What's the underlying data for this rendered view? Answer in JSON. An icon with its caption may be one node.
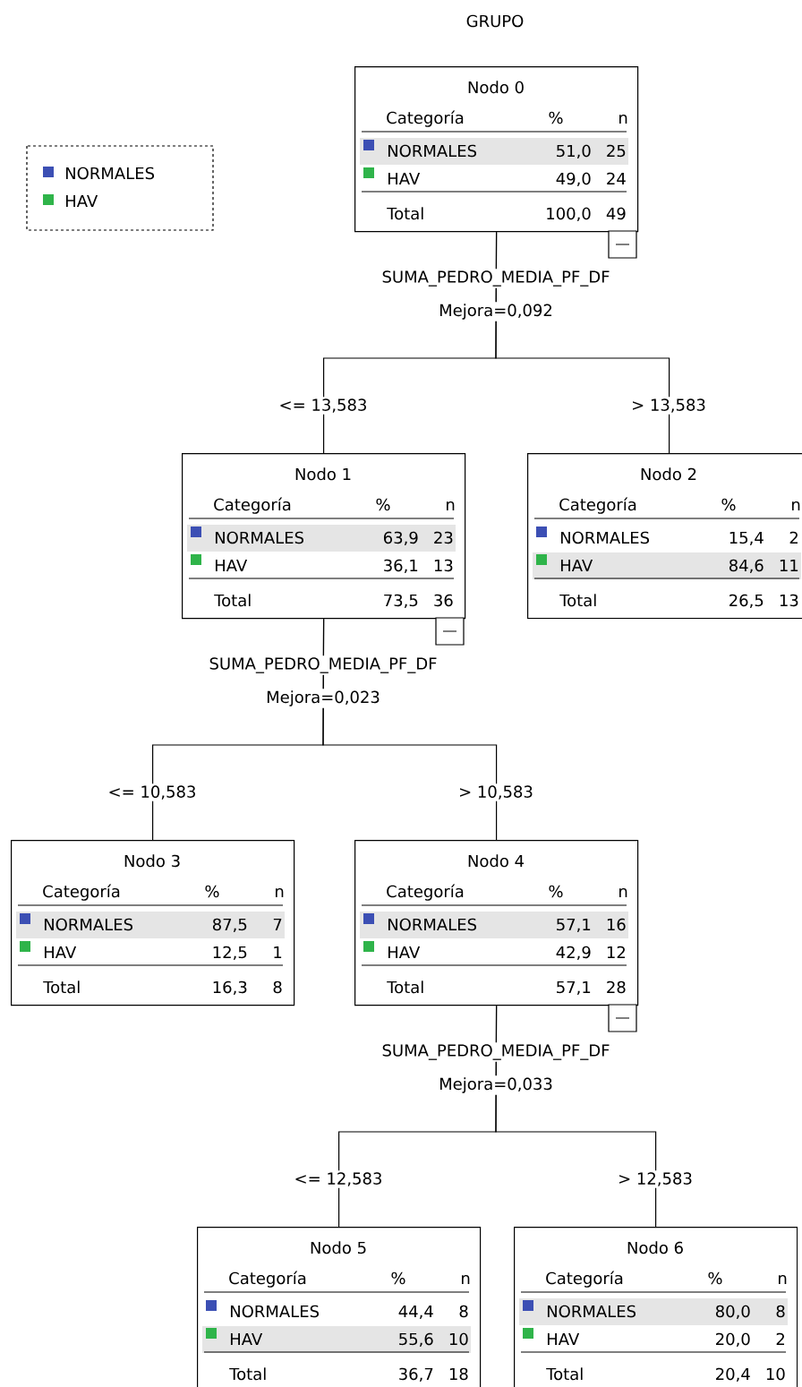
{
  "diagram": {
    "title": "GRUPO",
    "nodes": [
      {
        "text": [
          "Nodo 0",
          "Categoría",
          "%",
          "n",
          "NORMALES",
          "51,0",
          "25",
          "HAV",
          "49,0",
          "24",
          "Total",
          "100,0",
          "49"
        ],
        "beside": [
          "SUMA_PEDRO_MEDIA_PF_DF",
          "Mejora=0,092"
        ]
      },
      {
        "text": [
          "Nodo 1",
          "Categoría",
          "%",
          "n",
          "NORMALES",
          "63,9",
          "23",
          "HAV",
          "36,1",
          "13",
          "Total",
          "73,5",
          "36"
        ],
        "beside": [
          "SUMA_PEDRO_MEDIA_PF_DF",
          "Mejora=0,023"
        ]
      },
      {
        "text": [
          "Nodo 2",
          "Categoría",
          "%",
          "n",
          "NORMALES",
          "15,4",
          "2",
          "HAV",
          "84,6",
          "11",
          "Total",
          "26,5",
          "13"
        ]
      },
      {
        "text": [
          "Nodo 3",
          "Categoría",
          "%",
          "n",
          "NORMALES",
          "87,5",
          "7",
          "HAV",
          "12,5",
          "1",
          "Total",
          "16,3",
          "8"
        ]
      },
      {
        "text": [
          "Nodo 4",
          "Categoría",
          "%",
          "n",
          "NORMALES",
          "57,1",
          "16",
          "HAV",
          "42,9",
          "12",
          "Total",
          "57,1",
          "28"
        ],
        "beside": [
          "SUMA_PEDRO_MEDIA_PF_DF",
          "Mejora=0,033"
        ]
      },
      {
        "text": [
          "Nodo 5",
          "Categoría",
          "%",
          "n",
          "NORMALES",
          "44,4",
          "8",
          "HAV",
          "55,6",
          "10",
          "Total",
          "36,7",
          "18"
        ]
      },
      {
        "text": [
          "Nodo 6",
          "Categoría",
          "%",
          "n",
          "NORMALES",
          "80,0",
          "8",
          "HAV",
          "20,0",
          "2",
          "Total",
          "20,4",
          "10"
        ]
      }
    ],
    "edges": [
      {
        "from": 0,
        "to": 1,
        "arrow": "none",
        "label": "<= 13,583"
      },
      {
        "from": 0,
        "to": 2,
        "arrow": "none",
        "label": "> 13,583"
      },
      {
        "from": 1,
        "to": 3,
        "arrow": "none",
        "label": "<= 10,583"
      },
      {
        "from": 1,
        "to": 4,
        "arrow": "none",
        "label": "> 10,583"
      },
      {
        "from": 4,
        "to": 5,
        "arrow": "none",
        "label": "<= 12,583"
      },
      {
        "from": 4,
        "to": 6,
        "arrow": "none",
        "label": "> 12,583"
      }
    ],
    "legend": [
      {
        "text": "NORMALES",
        "color": "#3c4fb4"
      },
      {
        "text": "HAV",
        "color": "#2fb44a"
      }
    ]
  }
}
